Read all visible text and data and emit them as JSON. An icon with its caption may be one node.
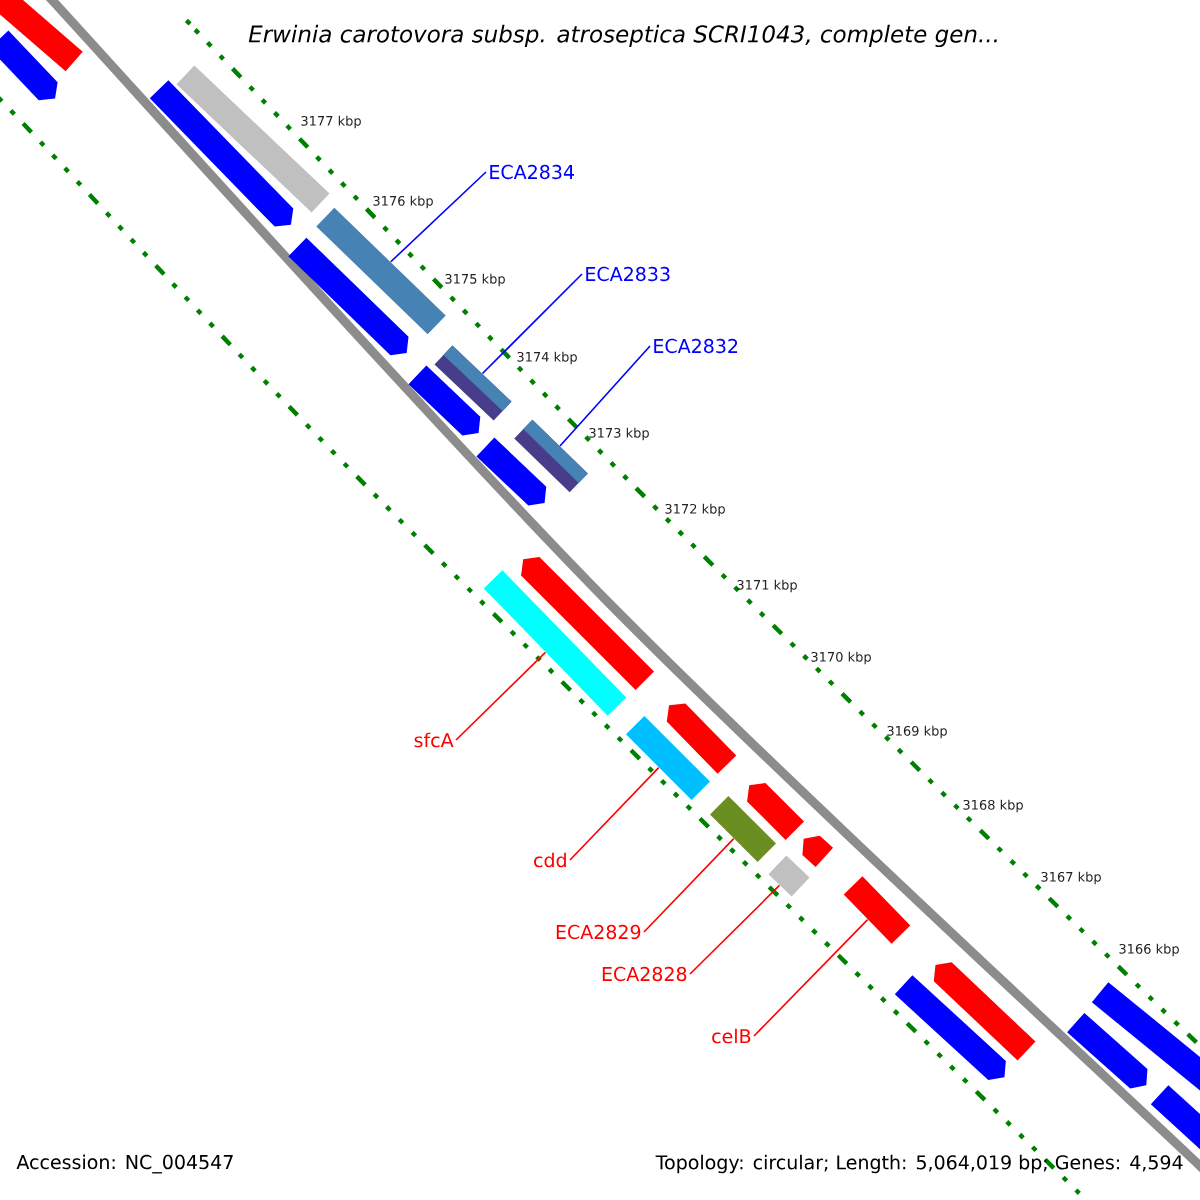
{
  "diagram": {
    "title": "Erwinia carotovora subsp. atroseptica SCRI1043, complete gen...",
    "nodes": [
      {
        "text": [
          "ECA2834"
        ]
      },
      {
        "text": [],
        "shape": "bar"
      },
      {
        "text": [
          "ECA2833"
        ]
      },
      {
        "text": [],
        "shape": "bar"
      },
      {
        "text": [
          "ECA2832"
        ]
      },
      {
        "text": [],
        "shape": "bar"
      },
      {
        "text": [
          "sfcA"
        ]
      },
      {
        "text": [],
        "shape": "bar"
      },
      {
        "text": [
          "cdd"
        ]
      },
      {
        "text": [],
        "shape": "bar"
      },
      {
        "text": [
          "ECA2829"
        ]
      },
      {
        "text": [],
        "shape": "bar"
      },
      {
        "text": [
          "ECA2828"
        ]
      },
      {
        "text": [],
        "shape": "bar"
      },
      {
        "text": [
          "celB"
        ]
      },
      {
        "text": [],
        "shape": "bar"
      },
      {
        "text": [],
        "shape": "bar"
      },
      {
        "text": [],
        "shape": "bar"
      },
      {
        "text": [],
        "shape": "bar"
      },
      {
        "text": [],
        "shape": "bar"
      },
      {
        "text": [],
        "shape": "bar"
      },
      {
        "text": [],
        "shape": "bar"
      },
      {
        "text": [],
        "shape": "bar"
      },
      {
        "text": [],
        "shape": "bar"
      },
      {
        "text": [],
        "shape": "bar"
      },
      {
        "text": [],
        "shape": "bar"
      },
      {
        "text": [],
        "shape": "bar"
      },
      {
        "text": [],
        "shape": "bar"
      },
      {
        "text": [],
        "shape": "bar"
      },
      {
        "text": [],
        "shape": "bar"
      },
      {
        "text": [],
        "shape": "bar"
      },
      {
        "text": [],
        "shape": "bar"
      }
    ],
    "edges": [
      {
        "from": 0,
        "to": 1,
        "arrow": "none",
        "color": "#0000ff"
      },
      {
        "from": 2,
        "to": 3,
        "arrow": "none",
        "color": "#0000ff"
      },
      {
        "from": 4,
        "to": 5,
        "arrow": "none",
        "color": "#0000ff"
      },
      {
        "from": 6,
        "to": 7,
        "arrow": "none",
        "color": "#ff0000"
      },
      {
        "from": 8,
        "to": 9,
        "arrow": "none",
        "color": "#ff0000"
      },
      {
        "from": 10,
        "to": 11,
        "arrow": "none",
        "color": "#ff0000"
      },
      {
        "from": 12,
        "to": 13,
        "arrow": "none",
        "color": "#ff0000"
      },
      {
        "from": 14,
        "to": 15,
        "arrow": "none",
        "color": "#ff0000"
      }
    ],
    "labels": [
      "3177 kbp",
      "3176 kbp",
      "3175 kbp",
      "3174 kbp",
      "3173 kbp",
      "3172 kbp",
      "3171 kbp",
      "3170 kbp",
      "3169 kbp",
      "3168 kbp",
      "3167 kbp",
      "3166 kbp",
      "Accession: NC_004547",
      "Topology: circular; Length: 5,064,019 bp; Genes: 4,594"
    ]
  }
}
